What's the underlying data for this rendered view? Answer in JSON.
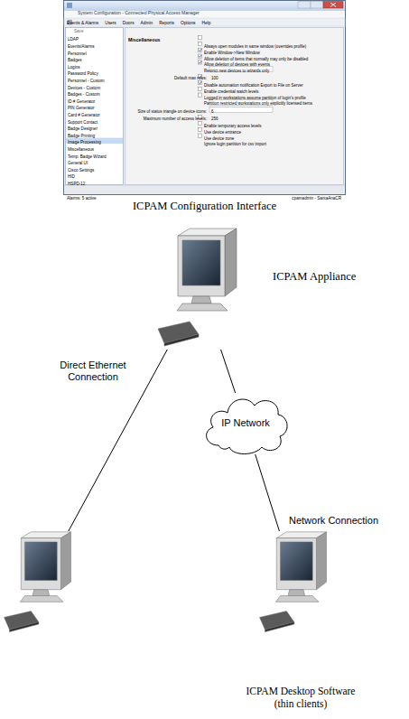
{
  "diagram": {
    "nodes": [
      {
        "text": [
          "System Configuration - Connected Physical Access Manager",
          "ICPAM Configuration Interface"
        ]
      },
      {
        "text": [
          "ICPAM Appliance"
        ]
      },
      {
        "text": [
          "IP Network"
        ]
      },
      {
        "text": []
      },
      {
        "text": [
          "ICPAM Desktop Software (thin clients)"
        ]
      }
    ],
    "edges": [
      {
        "from": 1,
        "to": 3,
        "arrow": "none",
        "label": "Direct Ethernet Connection"
      },
      {
        "from": 1,
        "to": 2,
        "arrow": "none"
      },
      {
        "from": 2,
        "to": 4,
        "arrow": "none",
        "label": "Network Connection"
      }
    ],
    "labels": [
      "Events & Alarms",
      "Users",
      "Doors",
      "Admin",
      "Reports",
      "Options",
      "Help",
      "Save",
      "LDAP",
      "Events/Alarms",
      "Personnel",
      "Badges",
      "Logins",
      "Password Policy",
      "Personnel - Custom",
      "Devices - Custom",
      "Badges - Custom",
      "ID # Generator",
      "PIN Generator",
      "Card # Generator",
      "Support Contact",
      "Badge Designer",
      "Badge Printing",
      "Image Processing",
      "Miscellaneous",
      "Temp. Badge Wizard",
      "General UI",
      "Cisco Settings",
      "HID",
      "HSPD-12",
      "Miscellaneous",
      "Always open modules in same window (overrides profile)",
      "Enable Window->New Window",
      "Allow deletion of items that normally may only be disabled",
      "Allow deletion of devices with events",
      "Restrict new devices to wizards only",
      "Default max rows:",
      "100",
      "Disable automation notification Export to File on Server",
      "Enable credential watch levels",
      "Logged in workstations assume partition of login's profile",
      "Partition restricted workstations only explicitly licensed items",
      "Size of status triangle on device icons:",
      "6",
      "Maximum number of access levels:",
      "256",
      "Enable temporary access levels",
      "Use device entrance",
      "Use device zone",
      "Ignore login partition for csv import",
      "Alarms: 5 active",
      "cpamadmin - SantaAnaCR"
    ]
  }
}
